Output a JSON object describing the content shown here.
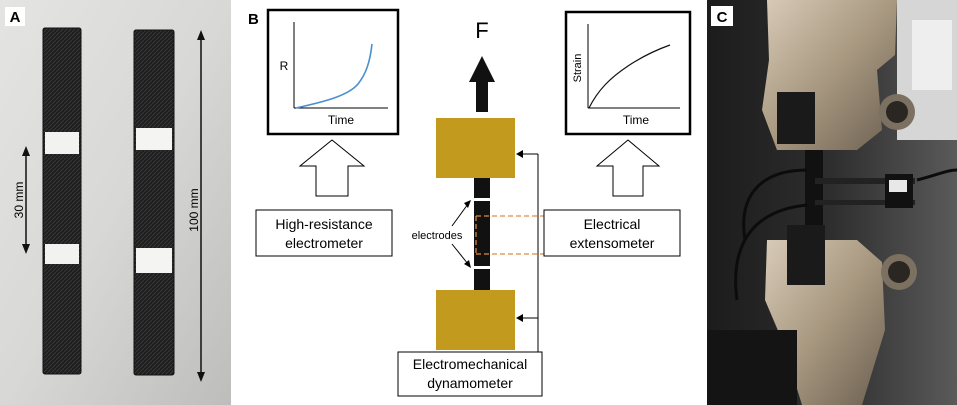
{
  "panels": {
    "a": {
      "letter": "A",
      "dimension_short": "30 mm",
      "dimension_long": "100 mm"
    },
    "b": {
      "letter": "B",
      "force_label": "F",
      "left_graph": {
        "ylabel": "R",
        "xlabel": "Time"
      },
      "right_graph": {
        "ylabel": "Strain",
        "xlabel": "Time"
      },
      "electrometer_box": {
        "line1": "High-resistance",
        "line2": "electrometer"
      },
      "extensometer_box": {
        "line1": "Electrical",
        "line2": "extensometer"
      },
      "dynamometer_box": {
        "line1": "Electromechanical",
        "line2": "dynamometer"
      },
      "electrodes_label": "electrodes",
      "colors": {
        "grip": "#c29a1e",
        "specimen": "#111111",
        "curve_r": "#4a8fd0",
        "guide": "#e08a3c"
      }
    },
    "c": {
      "letter": "C"
    }
  }
}
